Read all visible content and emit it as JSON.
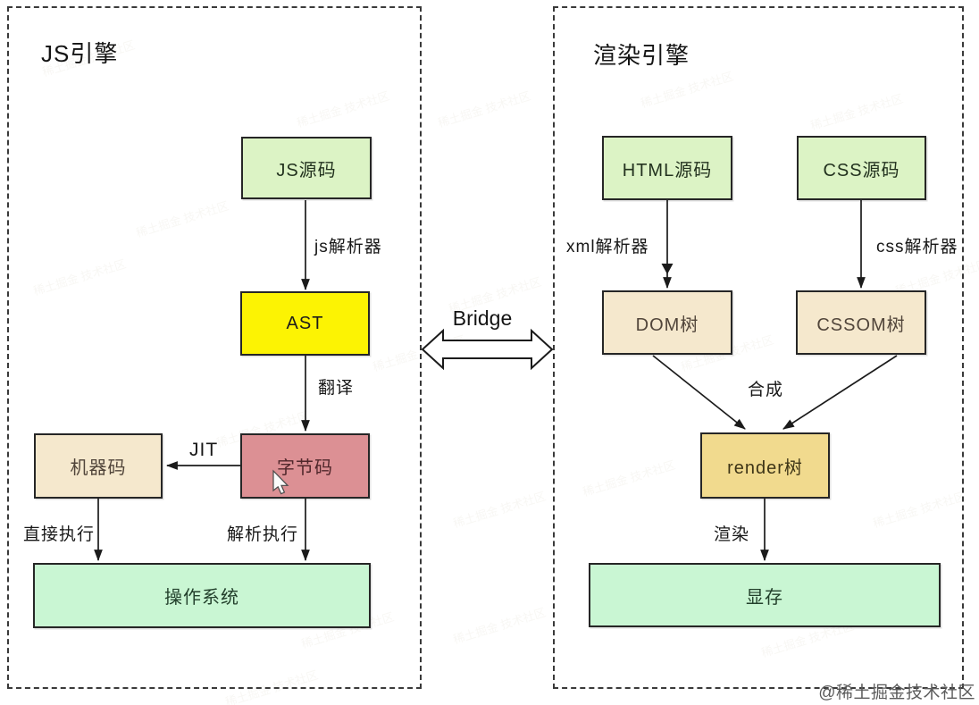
{
  "left_panel": {
    "title": "JS引擎",
    "nodes": {
      "js_source": "JS源码",
      "ast": "AST",
      "machine_code": "机器码",
      "bytecode": "字节码",
      "os": "操作系统"
    },
    "edge_labels": {
      "js_parser": "js解析器",
      "translate": "翻译",
      "jit": "JIT",
      "direct_exec": "直接执行",
      "interpret_exec": "解析执行"
    }
  },
  "bridge": {
    "label": "Bridge"
  },
  "right_panel": {
    "title": "渲染引擎",
    "nodes": {
      "html_source": "HTML源码",
      "css_source": "CSS源码",
      "dom_tree": "DOM树",
      "cssom_tree": "CSSOM树",
      "render_tree": "render树",
      "video_memory": "显存"
    },
    "edge_labels": {
      "xml_parser": "xml解析器",
      "css_parser": "css解析器",
      "compose": "合成",
      "render": "渲染"
    }
  },
  "watermark": "@稀土掘金技术社区",
  "watermark_tile": "稀土掘金 技术社区",
  "colors": {
    "source_green": "#dcf3c5",
    "ast_yellow": "#fcf303",
    "tan": "#f5e8cd",
    "bytecode_pink": "#dc9094",
    "render_gold": "#f1da8e",
    "mint_green": "#c9f6d3",
    "box_border": "#262626",
    "panel_border": "#3a3a3a",
    "arrow": "#1b1b1b"
  }
}
